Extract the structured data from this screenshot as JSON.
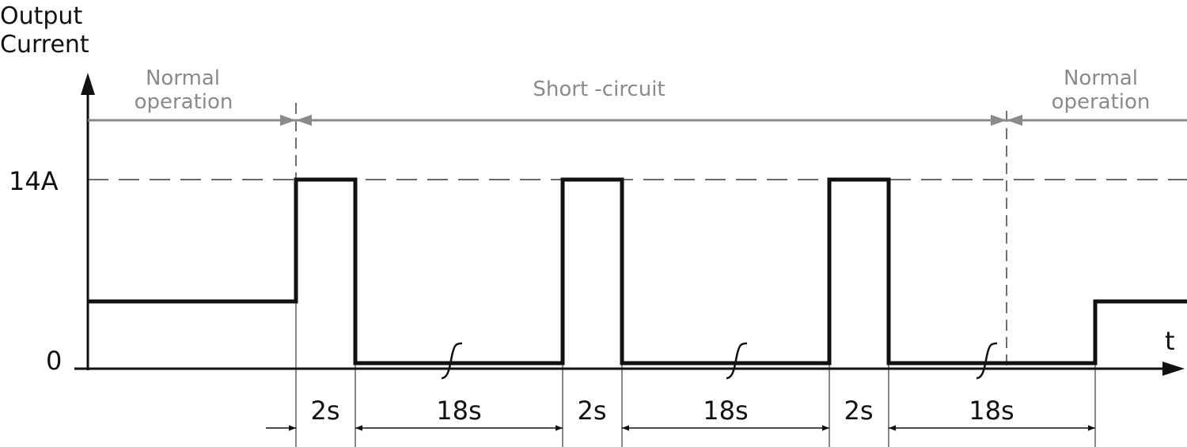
{
  "axes": {
    "y_label_line1": "Output",
    "y_label_line2": "Current",
    "x_label": "t",
    "tick_high": "14A",
    "tick_zero": "0"
  },
  "phases": {
    "normal_left_line1": "Normal",
    "normal_left_line2": "operation",
    "short_circuit": "Short -circuit",
    "normal_right_line1": "Normal",
    "normal_right_line2": "operation"
  },
  "durations": [
    "2s",
    "18s",
    "2s",
    "18s",
    "2s",
    "18s"
  ],
  "colors": {
    "signal": "#111111",
    "phase_annotation": "#8a8a8a"
  }
}
